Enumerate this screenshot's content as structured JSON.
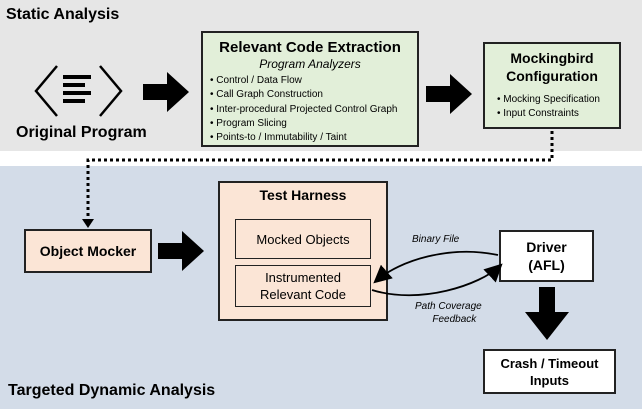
{
  "static_analysis": {
    "title": "Static Analysis",
    "original_program_label": "Original Program",
    "code_icon": "code-file-icon"
  },
  "relevant_code_extraction": {
    "title": "Relevant Code Extraction",
    "subtitle": "Program Analyzers",
    "items": [
      "Control / Data Flow",
      "Call Graph Construction",
      "Inter-procedural Projected Control Graph",
      "Program Slicing",
      "Points-to / Immutability / Taint"
    ]
  },
  "mockingbird_configuration": {
    "title_line1": "Mockingbird",
    "title_line2": "Configuration",
    "items": [
      "Mocking Specification",
      "Input Constraints"
    ]
  },
  "targeted_dynamic_analysis": {
    "title": "Targeted Dynamic Analysis",
    "object_mocker": "Object Mocker",
    "test_harness": {
      "title": "Test Harness",
      "mocked_objects": "Mocked Objects",
      "instrumented_line1": "Instrumented",
      "instrumented_line2": "Relevant Code"
    },
    "driver_line1": "Driver",
    "driver_line2": "(AFL)",
    "binary_file_label": "Binary File",
    "path_coverage_line1": "Path Coverage",
    "path_coverage_line2": "Feedback",
    "crash_line1": "Crash / Timeout",
    "crash_line2": "Inputs"
  },
  "colors": {
    "static_bg": "#e6e6e6",
    "dynamic_bg": "#d3dce8",
    "green_box": "#e2efd9",
    "peach_box": "#fbe5d6",
    "arrow": "#000000"
  }
}
